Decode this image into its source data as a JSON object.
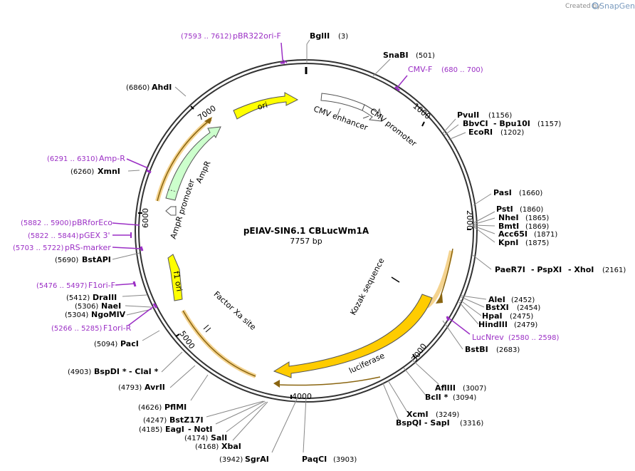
{
  "header": {
    "credit_text": "Created by",
    "brand_text": "SnapGene"
  },
  "plasmid": {
    "name": "pEIAV-SIN6.1 CBLucWm1A",
    "size_label": "7757 bp",
    "length": 7757
  },
  "ticks": [
    "1000",
    "2000",
    "3000",
    "4000",
    "5000",
    "6000",
    "7000"
  ],
  "restriction_sites": [
    {
      "name": "BglII",
      "pos": "(3)"
    },
    {
      "name": "SnaBI",
      "pos": "(501)"
    },
    {
      "name": "PvuII",
      "pos": "(1156)"
    },
    {
      "name": "BbvCI",
      "name2": "- Bpu10I",
      "pos": "(1157)"
    },
    {
      "name": "EcoRI",
      "pos": "(1202)"
    },
    {
      "name": "PasI",
      "pos": "(1660)"
    },
    {
      "name": "PstI",
      "pos": "(1860)"
    },
    {
      "name": "NheI",
      "pos": "(1865)"
    },
    {
      "name": "BmtI",
      "pos": "(1869)"
    },
    {
      "name": "Acc65I",
      "pos": "(1871)"
    },
    {
      "name": "KpnI",
      "pos": "(1875)"
    },
    {
      "name": "PaeR7I",
      "name2": "- PspXI",
      "name3": "- XhoI",
      "pos": "(2161)"
    },
    {
      "name": "AleI",
      "pos": "(2452)"
    },
    {
      "name": "BstXI",
      "pos": "(2454)"
    },
    {
      "name": "HpaI",
      "pos": "(2475)"
    },
    {
      "name": "HindIII",
      "pos": "(2479)"
    },
    {
      "name": "BstBI",
      "pos": "(2683)"
    },
    {
      "name": "AflIII",
      "pos": "(3007)"
    },
    {
      "name": "BclI *",
      "pos": "(3094)"
    },
    {
      "name": "XcmI",
      "pos": "(3249)"
    },
    {
      "name": "BspQI",
      "name2": "- SapI",
      "pos": "(3316)"
    },
    {
      "name": "PaqCI",
      "pos": "(3903)"
    },
    {
      "name": "SgrAI",
      "pos": "(3942)"
    },
    {
      "name": "XbaI",
      "pos": "(4168)"
    },
    {
      "name": "SalI",
      "pos": "(4174)"
    },
    {
      "name": "EagI",
      "name2": "- NotI",
      "pos": "(4185)"
    },
    {
      "name": "BstZ17I",
      "pos": "(4247)"
    },
    {
      "name": "PflMI",
      "pos": "(4626)"
    },
    {
      "name": "AvrII",
      "pos": "(4793)"
    },
    {
      "name": "BspDI *",
      "name2": "- ClaI *",
      "pos": "(4903)"
    },
    {
      "name": "PacI",
      "pos": "(5094)"
    },
    {
      "name": "NgoMIV",
      "pos": "(5304)"
    },
    {
      "name": "NaeI",
      "pos": "(5306)"
    },
    {
      "name": "DraIII",
      "pos": "(5412)"
    },
    {
      "name": "BstAPI",
      "pos": "(5690)"
    },
    {
      "name": "XmnI",
      "pos": "(6260)"
    },
    {
      "name": "AhdI",
      "pos": "(6860)"
    }
  ],
  "primers": [
    {
      "name": "pBR322ori-F",
      "range": "(7593 .. 7612)"
    },
    {
      "name": "CMV-F",
      "range": "(680 .. 700)"
    },
    {
      "name": "Amp-R",
      "range": "(6291 .. 6310)"
    },
    {
      "name": "pBRforEco",
      "range": "(5882 .. 5900)"
    },
    {
      "name": "pGEX 3'",
      "range": "(5822 .. 5844)"
    },
    {
      "name": "pRS-marker",
      "range": "(5703 .. 5722)"
    },
    {
      "name": "F1ori-F",
      "range": "(5476 .. 5497)"
    },
    {
      "name": "F1ori-R",
      "range": "(5266 .. 5285)"
    },
    {
      "name": "LucNrev",
      "range": "(2580 .. 2598)"
    }
  ],
  "features": {
    "ori": "ori",
    "cmv_enhancer": "CMV enhancer",
    "cmv_promoter": "CMV promoter",
    "ampr": "AmpR",
    "ampr_promoter": "AmpR promoter",
    "f1_ori": "f1 ori",
    "factor_xa": "Factor Xa site",
    "kozak": "Kozak sequence",
    "luciferase": "luciferase"
  },
  "colors": {
    "ori": "#ffff00",
    "ampr": "#ccffcc",
    "luciferase": "#ffcc00",
    "orf_glow": "#f0c060",
    "primer": "#9b2fc5",
    "backbone": "#333333"
  }
}
